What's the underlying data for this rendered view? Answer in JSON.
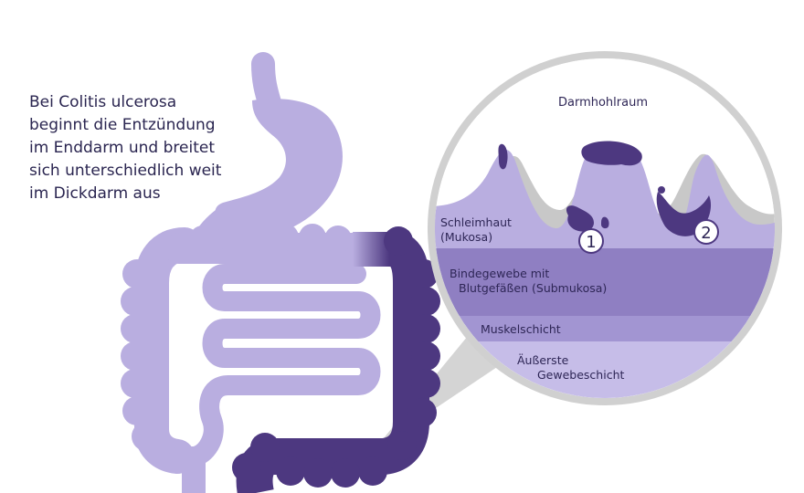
{
  "intro": {
    "lines": [
      "Bei Colitis ulcerosa",
      "beginnt die Entzündung",
      "im Enddarm und breitet",
      "sich unterschiedlich weit",
      "im Dickdarm aus"
    ]
  },
  "zoom": {
    "lumen_label": "Darmhohlraum",
    "layers": {
      "mucosa": [
        "Schleimhaut",
        "(Mukosa)"
      ],
      "submucosa": [
        "Bindegewebe mit",
        "Blutgefäßen (Submukosa)"
      ],
      "muscle": "Muskelschicht",
      "outer": [
        "Äußerste",
        "Gewebeschicht"
      ]
    },
    "markers": [
      "1",
      "2"
    ]
  },
  "colors": {
    "healthy": "#b9aee0",
    "inflamed": "#4d3880",
    "submucosa": "#8f7fc2",
    "muscle": "#a295d2",
    "outer": "#c6bde8",
    "lumen_folds": "#c8c8c8",
    "ring": "#d0d0d0",
    "text": "#2a2550"
  }
}
